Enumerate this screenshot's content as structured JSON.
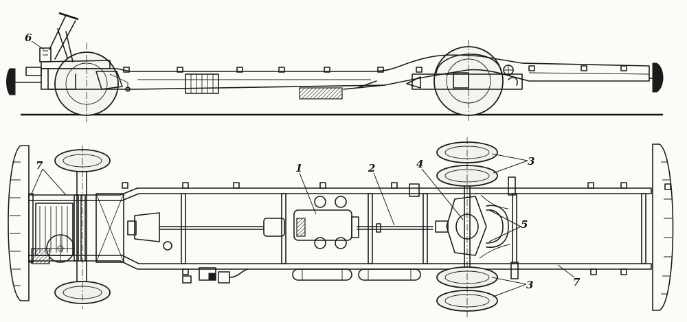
{
  "figure": {
    "callouts": {
      "c1": "1",
      "c2": "2",
      "c3a": "3",
      "c3b": "3",
      "c4": "4",
      "c5": "5",
      "c6": "6",
      "c7a": "7",
      "c7b": "7"
    }
  }
}
